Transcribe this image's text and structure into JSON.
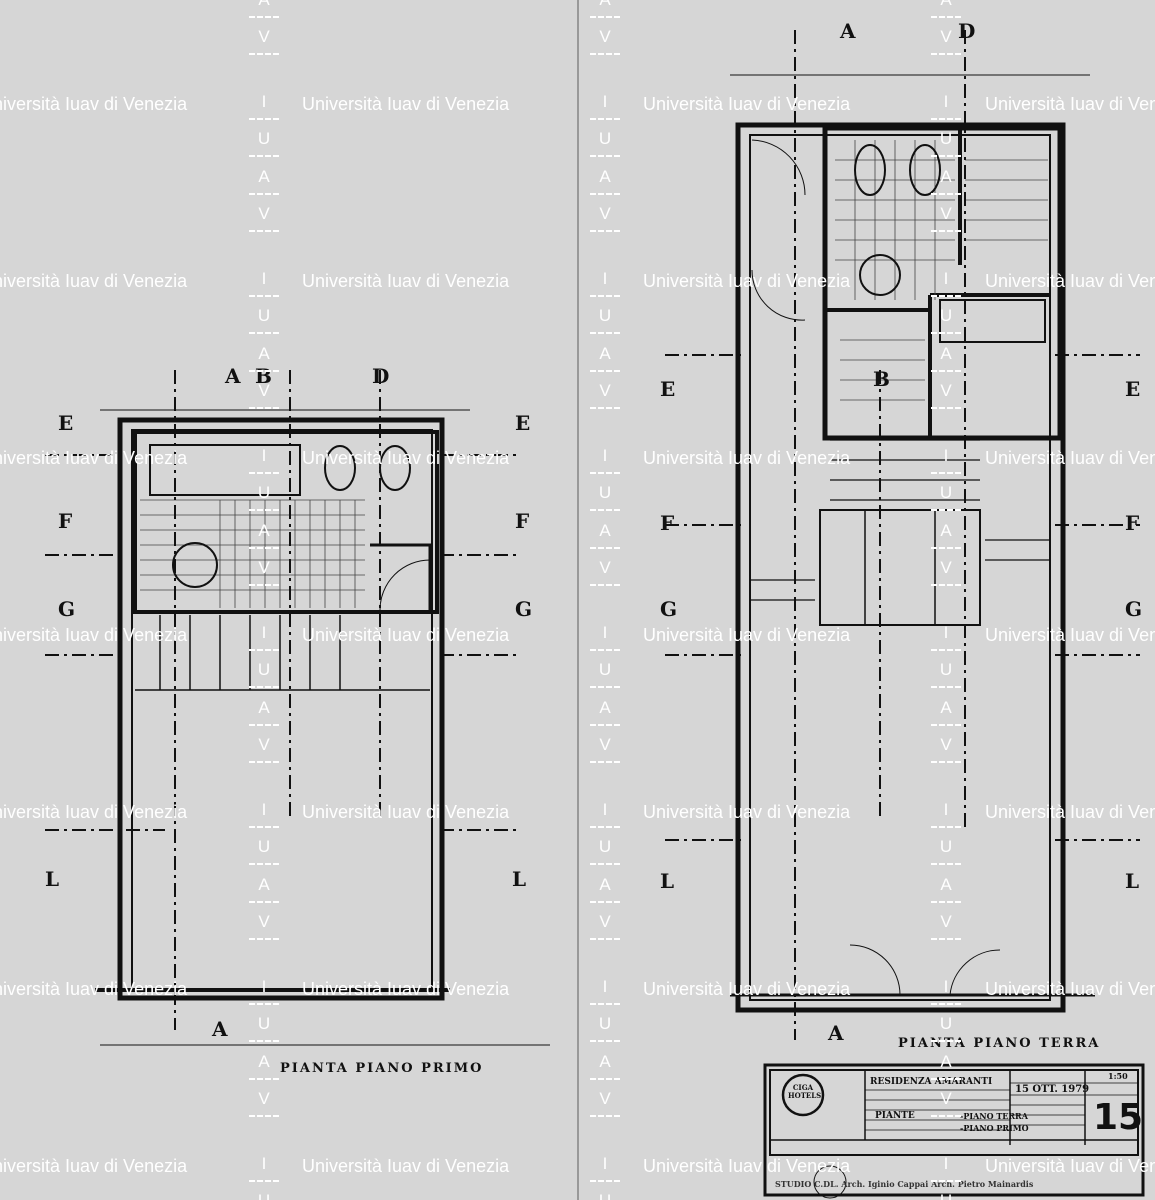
{
  "watermark": {
    "text": "Università Iuav di Venezia",
    "letters": [
      "I",
      "U",
      "A",
      "V"
    ]
  },
  "plans": {
    "first_floor_title": "PIANTA PIANO PRIMO",
    "ground_floor_title": "PIANTA PIANO TERRA",
    "section_labels": {
      "a": "A",
      "b": "B",
      "d": "D",
      "e": "E",
      "f": "F",
      "g": "G",
      "l": "L"
    }
  },
  "title_block": {
    "logo_text": "CIGA HOTELS",
    "project": "RESIDENZA AMARANTI",
    "subject": "PIANTE",
    "item1": "-PIANO TERRA",
    "item2": "-PIANO PRIMO",
    "date": "15 OTT. 1979",
    "scale": "1:50",
    "sheet_number": "15",
    "studio": "STUDIO C.DL. Arch. Iginio Cappai Arch. Pietro Mainardis"
  },
  "colors": {
    "ink": "#111111",
    "paper": "#d6d6d6",
    "watermark": "#ffffff"
  }
}
